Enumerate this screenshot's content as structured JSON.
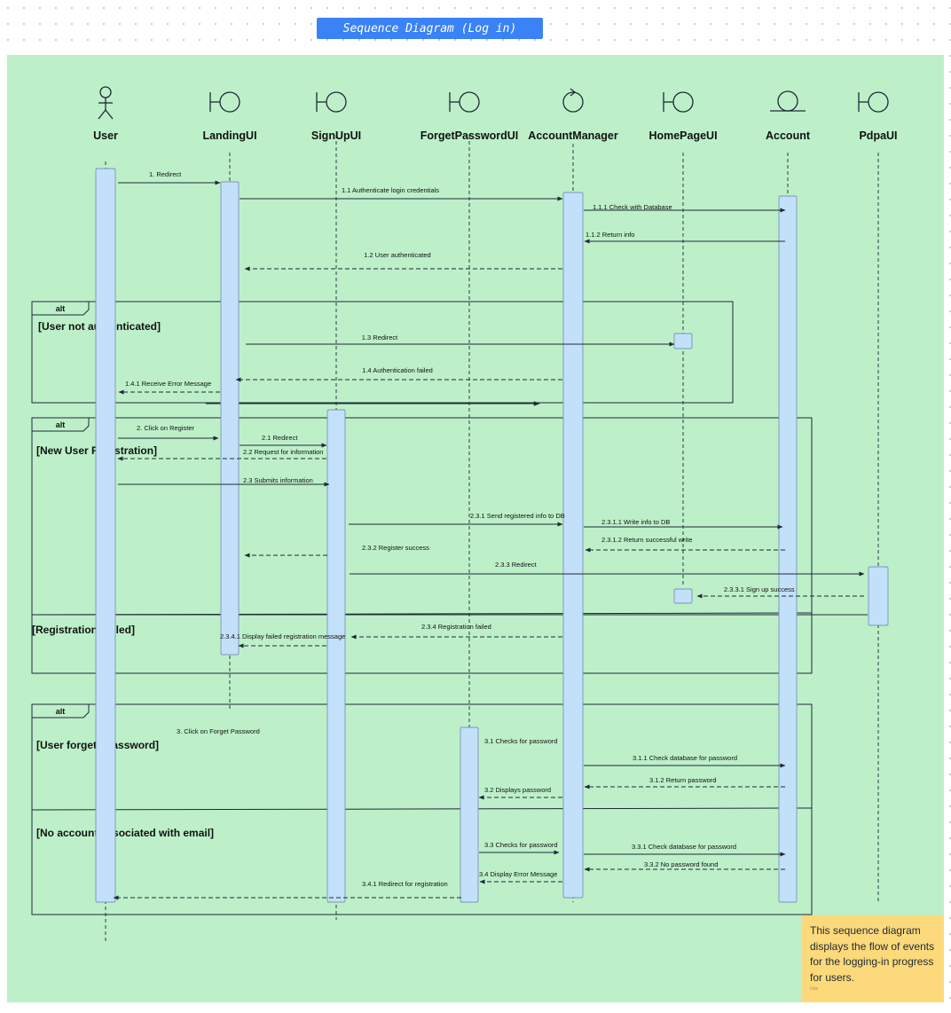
{
  "title": "Sequence Diagram (Log in)",
  "participants": [
    {
      "name": "User",
      "icon": "actor-icon"
    },
    {
      "name": "LandingUI",
      "icon": "boundary-icon"
    },
    {
      "name": "SignUpUI",
      "icon": "boundary-icon"
    },
    {
      "name": "ForgetPasswordUI",
      "icon": "boundary-icon"
    },
    {
      "name": "AccountManager",
      "icon": "control-icon"
    },
    {
      "name": "HomePageUI",
      "icon": "boundary-icon"
    },
    {
      "name": "Account",
      "icon": "entity-icon"
    },
    {
      "name": "PdpaUI",
      "icon": "boundary-icon"
    }
  ],
  "messages": [
    {
      "label": "1. Redirect",
      "from": "User",
      "to": "LandingUI",
      "style": "solid"
    },
    {
      "label": "1.1 Authenticate login credentials",
      "from": "LandingUI",
      "to": "AccountManager",
      "style": "solid"
    },
    {
      "label": "1.1.1 Check with Database",
      "from": "AccountManager",
      "to": "Account",
      "style": "solid"
    },
    {
      "label": "1.1.2 Return info",
      "from": "Account",
      "to": "AccountManager",
      "style": "solid"
    },
    {
      "label": "1.2 User authenticated",
      "from": "AccountManager",
      "to": "LandingUI",
      "style": "dashed"
    },
    {
      "label": "1.3 Redirect",
      "from": "LandingUI",
      "to": "HomePageUI",
      "style": "solid"
    },
    {
      "label": "1.4 Authentication failed",
      "from": "AccountManager",
      "to": "LandingUI",
      "style": "dashed"
    },
    {
      "label": "1.4.1 Receive Error Message",
      "from": "LandingUI",
      "to": "User",
      "style": "dashed"
    },
    {
      "label": "2. Click on Register",
      "from": "User",
      "to": "LandingUI",
      "style": "solid"
    },
    {
      "label": "2.1 Redirect",
      "from": "LandingUI",
      "to": "SignUpUI",
      "style": "solid"
    },
    {
      "label": "2.2 Request for information",
      "from": "SignUpUI",
      "to": "User",
      "style": "dashed"
    },
    {
      "label": "2.3 Submits information",
      "from": "User",
      "to": "SignUpUI",
      "style": "solid"
    },
    {
      "label": "2.3.1 Send registered info to DB",
      "from": "SignUpUI",
      "to": "AccountManager",
      "style": "solid"
    },
    {
      "label": "2.3.1.1 Write info to DB",
      "from": "AccountManager",
      "to": "Account",
      "style": "solid"
    },
    {
      "label": "2.3.1.2 Return successful write",
      "from": "Account",
      "to": "AccountManager",
      "style": "dashed"
    },
    {
      "label": "2.3.2 Register success",
      "from": "SignUpUI",
      "to": "LandingUI",
      "style": "dashed"
    },
    {
      "label": "2.3.3 Redirect",
      "from": "SignUpUI",
      "to": "PdpaUI",
      "style": "solid"
    },
    {
      "label": "2.3.3.1 Sign up success",
      "from": "PdpaUI",
      "to": "HomePageUI",
      "style": "dashed"
    },
    {
      "label": "2.3.4 Registration failed",
      "from": "AccountManager",
      "to": "SignUpUI",
      "style": "dashed"
    },
    {
      "label": "2.3.4.1 Display failed registration message",
      "from": "SignUpUI",
      "to": "LandingUI",
      "style": "dashed"
    },
    {
      "label": "3. Click on Forget Password",
      "from": "User",
      "to": "ForgetPasswordUI",
      "style": "none"
    },
    {
      "label": "3.1 Checks for password",
      "from": "ForgetPasswordUI",
      "to": "AccountManager",
      "style": "none"
    },
    {
      "label": "3.1.1 Check database for password",
      "from": "AccountManager",
      "to": "Account",
      "style": "solid"
    },
    {
      "label": "3.1.2 Return password",
      "from": "Account",
      "to": "AccountManager",
      "style": "dashed"
    },
    {
      "label": "3.2 Displays password",
      "from": "AccountManager",
      "to": "ForgetPasswordUI",
      "style": "dashed"
    },
    {
      "label": "3.3 Checks for password",
      "from": "ForgetPasswordUI",
      "to": "AccountManager",
      "style": "solid"
    },
    {
      "label": "3.3.1 Check database for password",
      "from": "AccountManager",
      "to": "Account",
      "style": "solid"
    },
    {
      "label": "3.3.2 No password found",
      "from": "Account",
      "to": "AccountManager",
      "style": "dashed"
    },
    {
      "label": "3.4 Display Error Message",
      "from": "AccountManager",
      "to": "ForgetPasswordUI",
      "style": "dashed"
    },
    {
      "label": "3.4.1 Redirect for registration",
      "from": "ForgetPasswordUI",
      "to": "User",
      "style": "dashed"
    }
  ],
  "fragments": [
    {
      "operator": "alt",
      "guards": [
        "[User not authenticated]"
      ]
    },
    {
      "operator": "alt",
      "guards": [
        "[New User Registration]",
        "[Registration Failed]"
      ]
    },
    {
      "operator": "alt",
      "guards": [
        "[User forgets password]",
        "[No account associated with email]"
      ]
    }
  ],
  "note": {
    "text": "This sequence diagram displays the flow of events for the logging-in progress for users.",
    "mark": "hide"
  },
  "colors": {
    "canvas": "#bdf0c9",
    "activation": "#c3e0fa",
    "activation_border": "#7c93b7",
    "title_bg": "#3b82f6",
    "note_bg": "#fcd97a",
    "line": "#1f2937"
  }
}
